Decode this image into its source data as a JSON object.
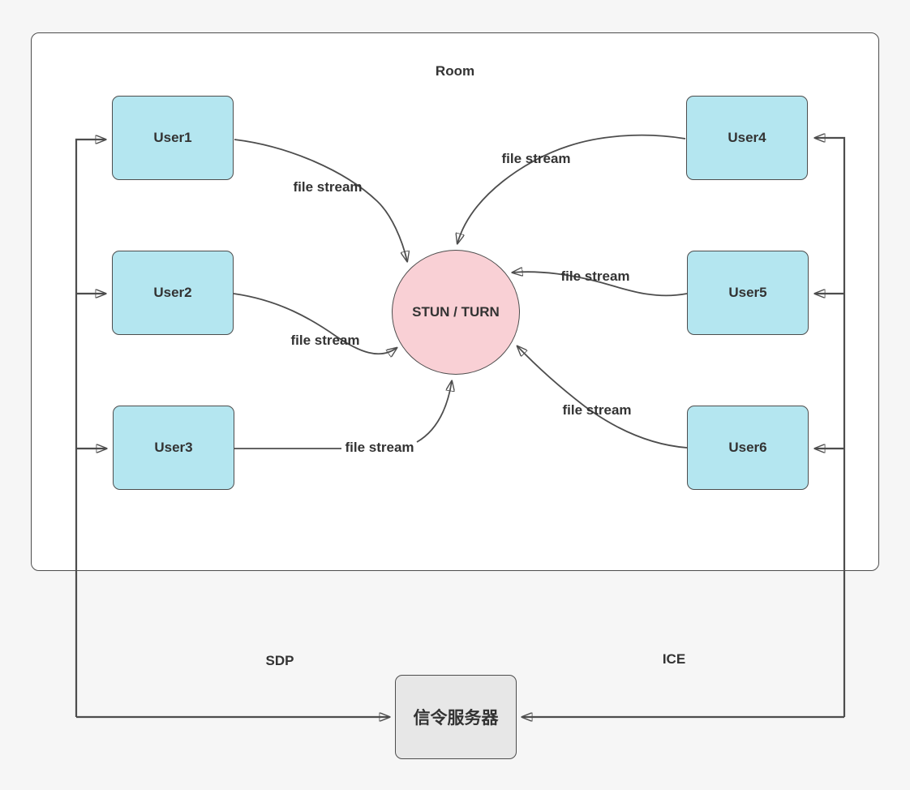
{
  "room": {
    "title": "Room"
  },
  "users": [
    {
      "label": "User1"
    },
    {
      "label": "User2"
    },
    {
      "label": "User3"
    },
    {
      "label": "User4"
    },
    {
      "label": "User5"
    },
    {
      "label": "User6"
    }
  ],
  "hub": {
    "label": "STUN / TURN"
  },
  "server": {
    "label": "信令服务器"
  },
  "labels": {
    "file_stream": "file stream",
    "sdp": "SDP",
    "ice": "ICE"
  },
  "colors": {
    "page_bg": "#f6f6f6",
    "room_fill": "#ffffff",
    "stroke": "#4d4d4d",
    "user_fill": "#b4e6f0",
    "hub_fill": "#f9d0d5",
    "server_fill": "#e7e7e7",
    "text": "#333333"
  }
}
